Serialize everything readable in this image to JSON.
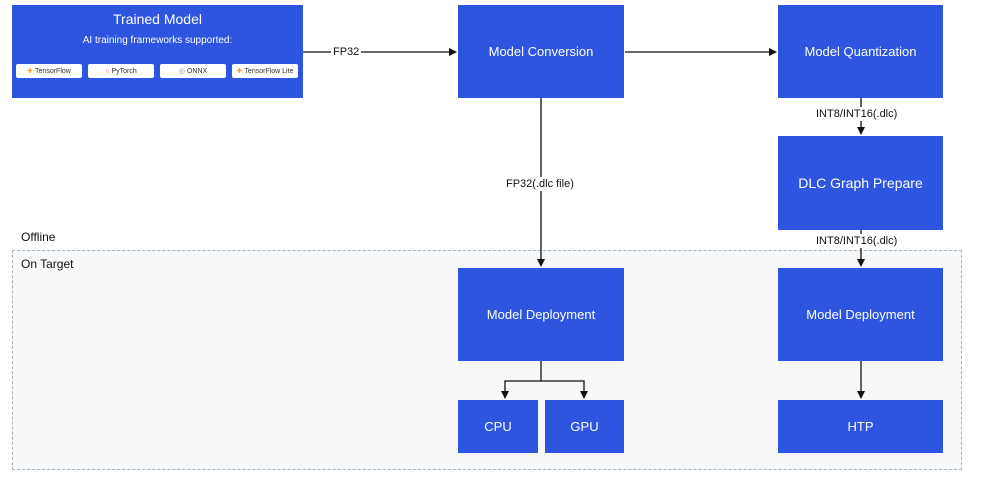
{
  "regions": {
    "offline_label": "Offline",
    "on_target_label": "On Target"
  },
  "trained_model": {
    "title": "Trained Model",
    "subtitle": "AI training frameworks supported:",
    "frameworks": [
      {
        "label": "TensorFlow",
        "icon": "tensorflow-icon",
        "glyph": "✚",
        "color": "#f5a623"
      },
      {
        "label": "PyTorch",
        "icon": "pytorch-icon",
        "glyph": "○",
        "color": "#e8522e"
      },
      {
        "label": "ONNX",
        "icon": "onnx-icon",
        "glyph": "◎",
        "color": "#888888"
      },
      {
        "label": "TensorFlow Lite",
        "icon": "tensorflow-lite-icon",
        "glyph": "✚",
        "color": "#f5a623"
      }
    ]
  },
  "nodes": {
    "model_conversion": "Model Conversion",
    "model_quantization": "Model Quantization",
    "dlc_graph_prepare": "DLC Graph Prepare",
    "model_deployment_left": "Model Deployment",
    "model_deployment_right": "Model Deployment",
    "cpu": "CPU",
    "gpu": "GPU",
    "htp": "HTP"
  },
  "edges": {
    "fp32": "FP32",
    "fp32_dlc": "FP32(.dlc file)",
    "int8_int16_dlc_1": "INT8/INT16(.dlc)",
    "int8_int16_dlc_2": "INT8/INT16(.dlc)"
  },
  "colors": {
    "node_fill": "#2d55e0",
    "region_fill": "#f6f8fa",
    "region_border": "#a9b3bd"
  }
}
